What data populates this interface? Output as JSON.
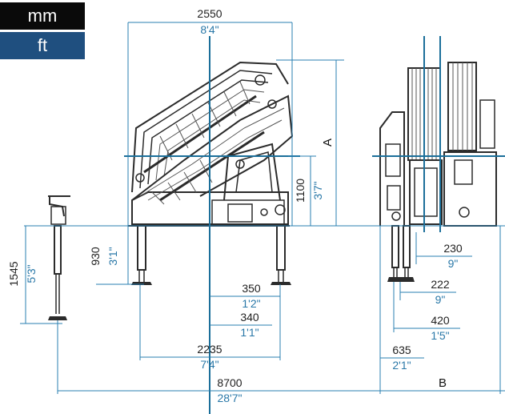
{
  "units": {
    "mm_label": "mm",
    "ft_label": "ft",
    "active": "mm"
  },
  "colors": {
    "dim_line": "#2a7fb0",
    "ref_line": "#1b6f9a",
    "ft_text": "#2a78a8",
    "mm_button_bg": "#0a0a0a",
    "ft_button_bg": "#1f4f7f"
  },
  "dimensions": {
    "overall_width": {
      "mm": "2550",
      "ft": "8'4\""
    },
    "column_height": {
      "mm": "1100",
      "ft": "3'7\""
    },
    "height_label": "A",
    "outrigger_extension": {
      "mm": "1545",
      "ft": "5'3\""
    },
    "stabilizer_depth": {
      "mm": "930",
      "ft": "3'1\""
    },
    "offset_350": {
      "mm": "350",
      "ft": "1'2\""
    },
    "offset_340": {
      "mm": "340",
      "ft": "1'1\""
    },
    "base_width": {
      "mm": "2235",
      "ft": "7'4\""
    },
    "total_span": {
      "mm": "8700",
      "ft": "28'7\""
    },
    "leg_230": {
      "mm": "230",
      "ft": "9\""
    },
    "leg_222": {
      "mm": "222",
      "ft": "9\""
    },
    "leg_420": {
      "mm": "420",
      "ft": "1'5\""
    },
    "leg_635": {
      "mm": "635",
      "ft": "2'1\""
    },
    "side_width_label": "B"
  }
}
